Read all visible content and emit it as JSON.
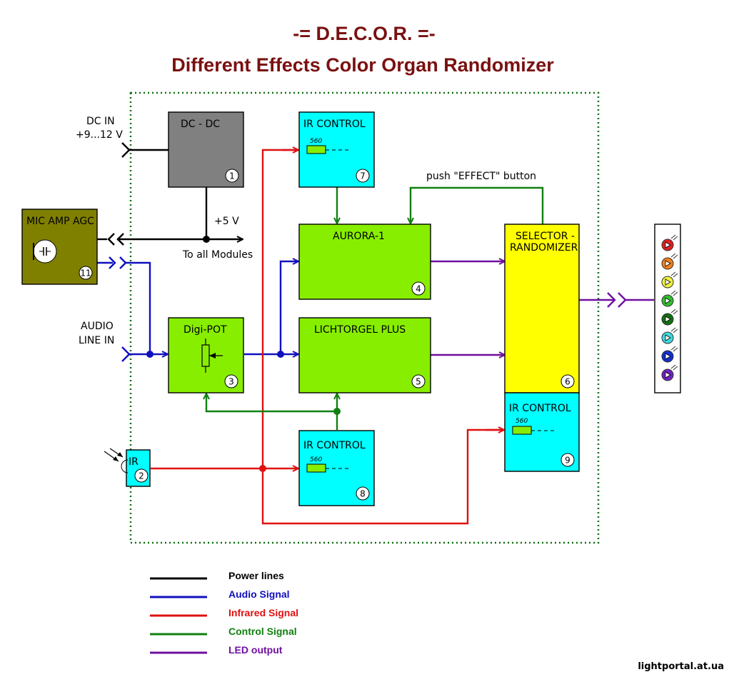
{
  "title": "-= D.E.C.O.R. =-",
  "subtitle": "Different Effects Color Organ Randomizer",
  "labels": {
    "dc_in_1": "DC IN",
    "dc_in_2": "+9...12 V",
    "plus5v": "+5 V",
    "to_all": "To all Modules",
    "audio_1": "AUDIO",
    "audio_2": "LINE IN",
    "push_button": "push \"EFFECT\" button",
    "resistor": "560"
  },
  "modules": {
    "dcdc": {
      "label": "DC - DC",
      "num": "1"
    },
    "ir_sensor": {
      "label": "IR",
      "num": "2"
    },
    "digipot": {
      "label": "Digi-POT",
      "num": "3"
    },
    "aurora": {
      "label": "AURORA-1",
      "num": "4"
    },
    "lichtorgel": {
      "label": "LICHTORGEL PLUS",
      "num": "5"
    },
    "selector": {
      "label1": "SELECTOR -",
      "label2": "RANDOMIZER",
      "num": "6"
    },
    "ir_top": {
      "label": "IR CONTROL",
      "num": "7"
    },
    "ir_mid": {
      "label": "IR CONTROL",
      "num": "8"
    },
    "ir_right": {
      "label": "IR CONTROL",
      "num": "9"
    },
    "mic": {
      "label": "MIC AMP AGC",
      "num": "11"
    }
  },
  "led_colors": [
    "#e02020",
    "#f08020",
    "#f0f040",
    "#30c030",
    "#107010",
    "#40d8e0",
    "#1030d0",
    "#7020c0"
  ],
  "legend": [
    {
      "label": "Power lines",
      "color": "#000000"
    },
    {
      "label": "Audio Signal",
      "color": "#1010c0"
    },
    {
      "label": "Infrared Signal",
      "color": "#e01010"
    },
    {
      "label": "Control Signal",
      "color": "#108010"
    },
    {
      "label": "LED output",
      "color": "#7010a0"
    }
  ],
  "watermark": "lightportal.at.ua",
  "colors": {
    "power": "#000000",
    "audio": "#1010c0",
    "ir": "#e01010",
    "control": "#108010",
    "led": "#7010a0",
    "green_block": "#88ee00",
    "cyan_block": "#00ffff",
    "yellow_block": "#ffff00",
    "grey_block": "#808080",
    "olive_block": "#808000"
  }
}
